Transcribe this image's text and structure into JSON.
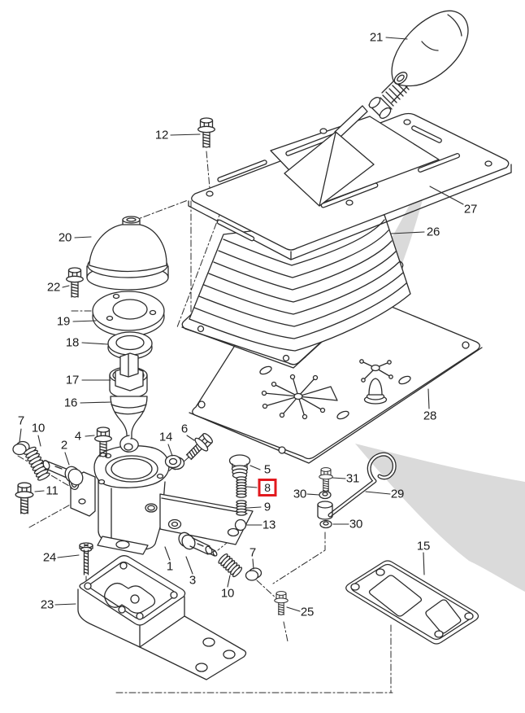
{
  "figure": {
    "kind": "exploded-parts-diagram",
    "colors": {
      "background": "#ffffff",
      "line": "#2b2b2b",
      "label": "#1b1b1b",
      "highlight_box": "#e2191e",
      "watermark": "#dadada"
    },
    "highlighted_callout": "8"
  },
  "callouts": [
    {
      "id": "12",
      "text": "12"
    },
    {
      "id": "21",
      "text": "21"
    },
    {
      "id": "27",
      "text": "27"
    },
    {
      "id": "26",
      "text": "26"
    },
    {
      "id": "20",
      "text": "20"
    },
    {
      "id": "22",
      "text": "22"
    },
    {
      "id": "19",
      "text": "19"
    },
    {
      "id": "18",
      "text": "18"
    },
    {
      "id": "17",
      "text": "17"
    },
    {
      "id": "16",
      "text": "16"
    },
    {
      "id": "28",
      "text": "28"
    },
    {
      "id": "7-left",
      "text": "7"
    },
    {
      "id": "10-left",
      "text": "10"
    },
    {
      "id": "2",
      "text": "2"
    },
    {
      "id": "4",
      "text": "4"
    },
    {
      "id": "14",
      "text": "14"
    },
    {
      "id": "6",
      "text": "6"
    },
    {
      "id": "11",
      "text": "11"
    },
    {
      "id": "5",
      "text": "5"
    },
    {
      "id": "8",
      "text": "8"
    },
    {
      "id": "30-upper",
      "text": "30"
    },
    {
      "id": "31",
      "text": "31"
    },
    {
      "id": "29",
      "text": "29"
    },
    {
      "id": "9",
      "text": "9"
    },
    {
      "id": "13",
      "text": "13"
    },
    {
      "id": "30-lower",
      "text": "30"
    },
    {
      "id": "24",
      "text": "24"
    },
    {
      "id": "1",
      "text": "1"
    },
    {
      "id": "3",
      "text": "3"
    },
    {
      "id": "7-lower",
      "text": "7"
    },
    {
      "id": "10-lower",
      "text": "10"
    },
    {
      "id": "23",
      "text": "23"
    },
    {
      "id": "15",
      "text": "15"
    },
    {
      "id": "25",
      "text": "25"
    }
  ]
}
